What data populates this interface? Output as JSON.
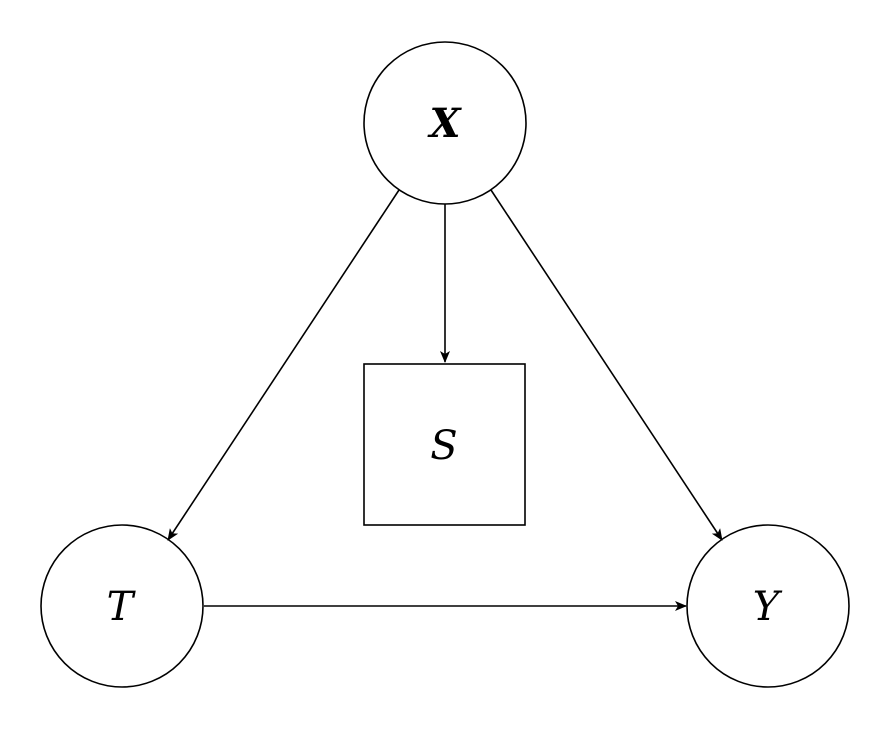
{
  "nodes": {
    "x": {
      "label": "X",
      "shape": "circle"
    },
    "s": {
      "label": "S",
      "shape": "square"
    },
    "t": {
      "label": "T",
      "shape": "circle"
    },
    "y": {
      "label": "Y",
      "shape": "circle"
    }
  },
  "edges": [
    {
      "from": "X",
      "to": "S"
    },
    {
      "from": "X",
      "to": "T"
    },
    {
      "from": "X",
      "to": "Y"
    },
    {
      "from": "T",
      "to": "Y"
    }
  ],
  "colors": {
    "stroke": "#000000",
    "background": "#ffffff"
  }
}
